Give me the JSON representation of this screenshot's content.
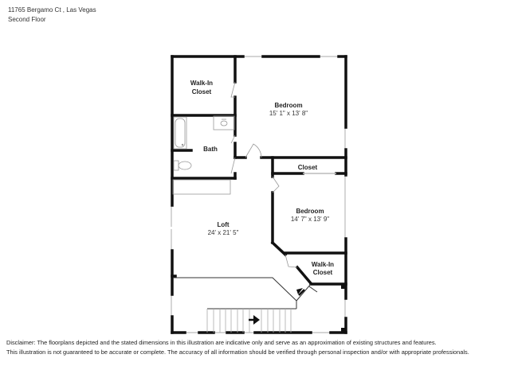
{
  "header": {
    "address": "11765 Bergamo Ct , Las Vegas",
    "floor": "Second Floor"
  },
  "rooms": [
    {
      "name": "Walk-In",
      "name2": "Closet",
      "dimensions": ""
    },
    {
      "name": "Bedroom",
      "dimensions": "15' 1\" x 13' 8\""
    },
    {
      "name": "Bath",
      "dimensions": ""
    },
    {
      "name": "Closet",
      "dimensions": ""
    },
    {
      "name": "Bedroom",
      "dimensions": "14' 7\" x 13' 9\""
    },
    {
      "name": "Loft",
      "dimensions": "24' x 21' 5\""
    },
    {
      "name": "Walk-In",
      "name2": "Closet",
      "dimensions": ""
    }
  ],
  "disclaimer": {
    "line1": "Disclaimer: The floorplans depicted and the stated dimensions in this illustration are indicative only and serve as an approximation of existing structures and features.",
    "line2": "This illustration is not guaranteed to be accurate or complete. The accuracy of all information should be verified through personal inspection and/or with appropriate professionals."
  },
  "colors": {
    "wall": "#111111",
    "window": "#bbbbbb",
    "fixture": "#999999"
  }
}
